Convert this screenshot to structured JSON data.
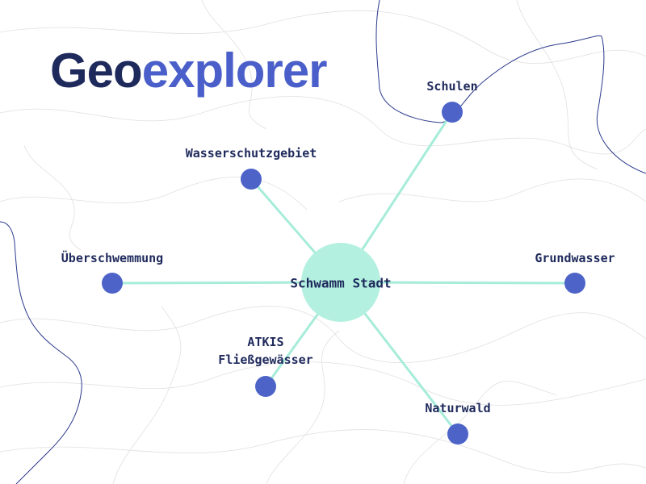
{
  "logo": {
    "part1": "Geo",
    "part2": "explorer"
  },
  "center": {
    "label": "Schwamm Stadt",
    "color": "#b3f0e0"
  },
  "nodes": [
    {
      "id": "schulen",
      "label": "Schulen"
    },
    {
      "id": "wasserschutzgebiet",
      "label": "Wasserschutzgebiet"
    },
    {
      "id": "ueberschwemmung",
      "label": "Überschwemmung"
    },
    {
      "id": "grundwasser",
      "label": "Grundwasser"
    },
    {
      "id": "atkis",
      "label_line1": "ATKIS",
      "label_line2": "Fließgewässer"
    },
    {
      "id": "naturwald",
      "label": "Naturwald"
    }
  ],
  "colors": {
    "node": "#4d63c8",
    "edge": "#a6ecd9",
    "contour": "#dcdcdc",
    "accent_line": "#2b3a8c"
  }
}
